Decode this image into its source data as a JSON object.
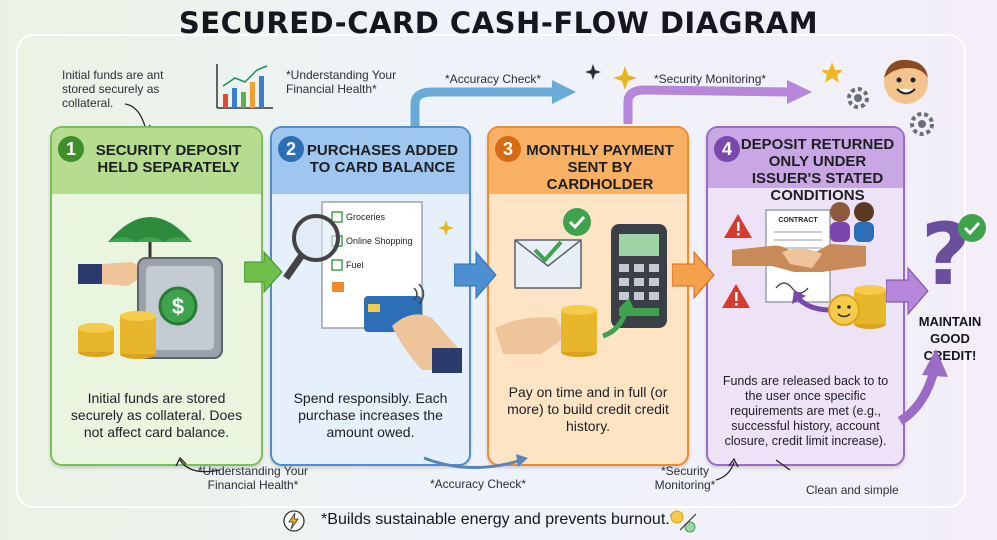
{
  "title": "SECURED-CARD CASH-FLOW DIAGRAM",
  "notes": {
    "top_left": "Initial funds are ant stored securely as collateral.",
    "understanding_top": "*Understanding Your Financial Health*",
    "accuracy_top": "*Accuracy Check*",
    "security_top": "*Security Monitoring*",
    "understanding_bottom": "*Understanding Your Financial Health*",
    "accuracy_bottom": "*Accuracy Check*",
    "security_bottom": "*Security Monitoring*",
    "clean": "Clean and simple"
  },
  "steps": [
    {
      "number": "1",
      "title": "SECURITY DEPOSIT HELD SEPARATELY",
      "description": "Initial funds are stored securely as collateral. Does not affect card balance.",
      "color": "#7cbf5a"
    },
    {
      "number": "2",
      "title": "PURCHASES ADDED TO CARD BALANCE",
      "description": "Spend responsibly. Each purchase increases the amount owed.",
      "color": "#4d8fd1",
      "list": [
        "Groceries",
        "Online Shopping",
        "Fuel"
      ]
    },
    {
      "number": "3",
      "title": "MONTHLY PAYMENT SENT BY CARDHOLDER",
      "description": "Pay on time and in full (or more) to build credit credit history.",
      "color": "#f08a2a"
    },
    {
      "number": "4",
      "title": "DEPOSIT RETURNED ONLY UNDER ISSUER'S STATED CONDITIONS",
      "description": "Funds are released back to to the user once specific requirements are met (e.g., successful history, account closure, credit limit increase).",
      "color": "#9b6cc7",
      "contract_label": "CONTRACT"
    }
  ],
  "final": "MAINTAIN GOOD CREDIT!",
  "footer": "*Builds sustainable energy and prevents burnout.*"
}
